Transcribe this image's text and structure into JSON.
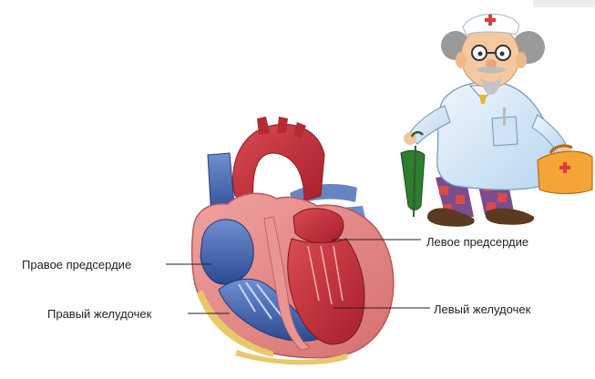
{
  "labels": {
    "right_atrium": "Правое предсердие",
    "right_ventricle": "Правый желудочек",
    "left_atrium": "Левое предсердие",
    "left_ventricle": "Левый желудочек"
  },
  "colors": {
    "oxygenated": "#c8323c",
    "deoxygenated": "#3a5fa8",
    "heart_wall": "#e58a8a",
    "fat": "#e8c96a",
    "coat": "#d7e9f7",
    "label_text": "#222222"
  }
}
